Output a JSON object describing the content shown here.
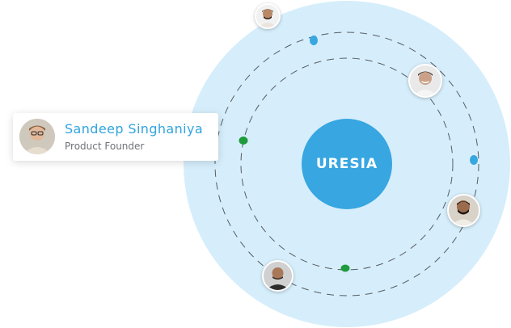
{
  "brand": {
    "name": "URESIA"
  },
  "profile_card": {
    "name": "Sandeep Singhaniya",
    "role": "Product Founder"
  },
  "orbit_members": [
    {
      "icon": "person-avatar-icon"
    },
    {
      "icon": "person-avatar-icon"
    },
    {
      "icon": "person-avatar-icon"
    },
    {
      "icon": "person-avatar-icon"
    }
  ],
  "colors": {
    "accent": "#37a6e1",
    "orbit_background": "#d6eefb",
    "node_blue": "#37a6e1",
    "node_green": "#1f9a3c",
    "name_text": "#31a4df",
    "role_text": "#6e7378"
  }
}
